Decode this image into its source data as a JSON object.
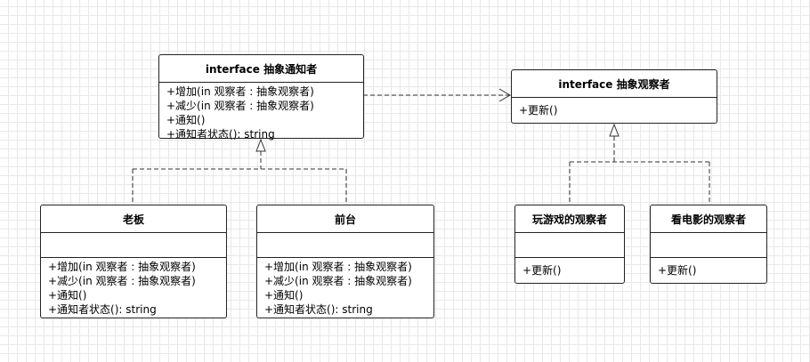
{
  "classes": {
    "subject": {
      "title": "interface 抽象通知者",
      "ops": [
        "+增加(in 观察者 : 抽象观察者)",
        "+减少(in 观察者 : 抽象观察者)",
        "+通知()",
        "+通知者状态(): string"
      ]
    },
    "observer": {
      "title": "interface 抽象观察者",
      "ops": [
        "+更新()"
      ]
    },
    "boss": {
      "title": "老板",
      "ops": [
        "+增加(in 观察者 : 抽象观察者)",
        "+减少(in 观察者 : 抽象观察者)",
        "+通知()",
        "+通知者状态(): string"
      ]
    },
    "secretary": {
      "title": "前台",
      "ops": [
        "+增加(in 观察者 : 抽象观察者)",
        "+减少(in 观察者 : 抽象观察者)",
        "+通知()",
        "+通知者状态(): string"
      ]
    },
    "game": {
      "title": "玩游戏的观察者",
      "ops": [
        "+更新()"
      ]
    },
    "movie": {
      "title": "看电影的观察者",
      "ops": [
        "+更新()"
      ]
    }
  }
}
